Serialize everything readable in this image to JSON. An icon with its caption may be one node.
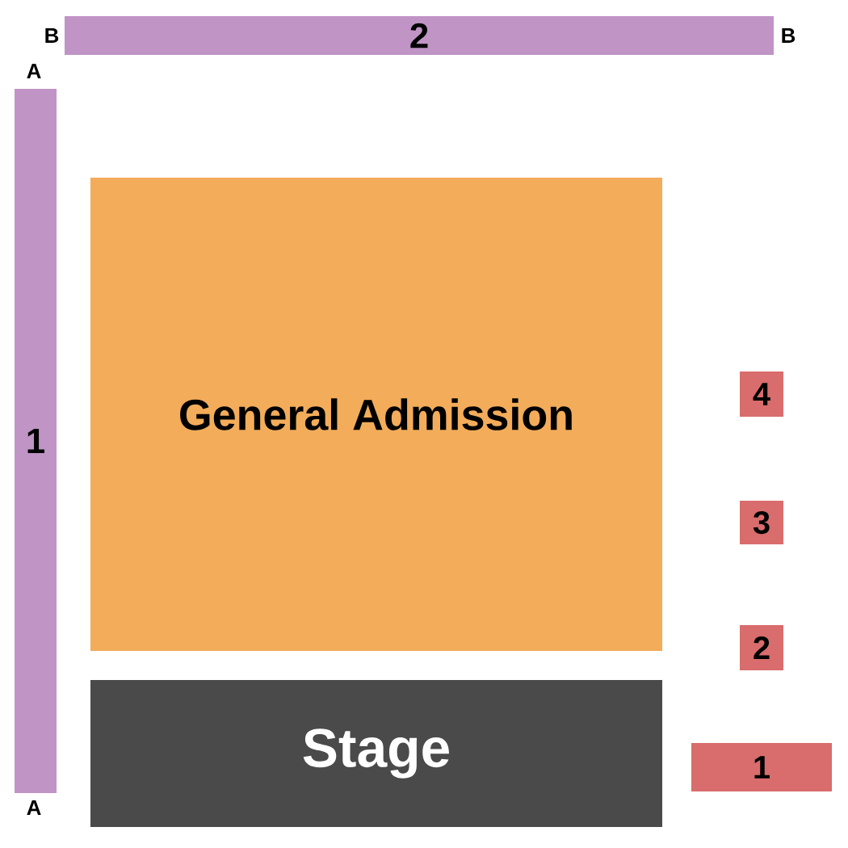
{
  "diagram": {
    "nodes": [
      {
        "text": [
          "2"
        ],
        "beside": [
          "B",
          "B"
        ]
      },
      {
        "text": [
          "1"
        ],
        "beside": [
          "A",
          "A"
        ]
      },
      {
        "text": [
          "General Admission"
        ]
      },
      {
        "text": [
          "Stage"
        ]
      },
      {
        "text": [
          "4"
        ]
      },
      {
        "text": [
          "3"
        ]
      },
      {
        "text": [
          "2"
        ]
      },
      {
        "text": [
          "1"
        ]
      }
    ]
  }
}
